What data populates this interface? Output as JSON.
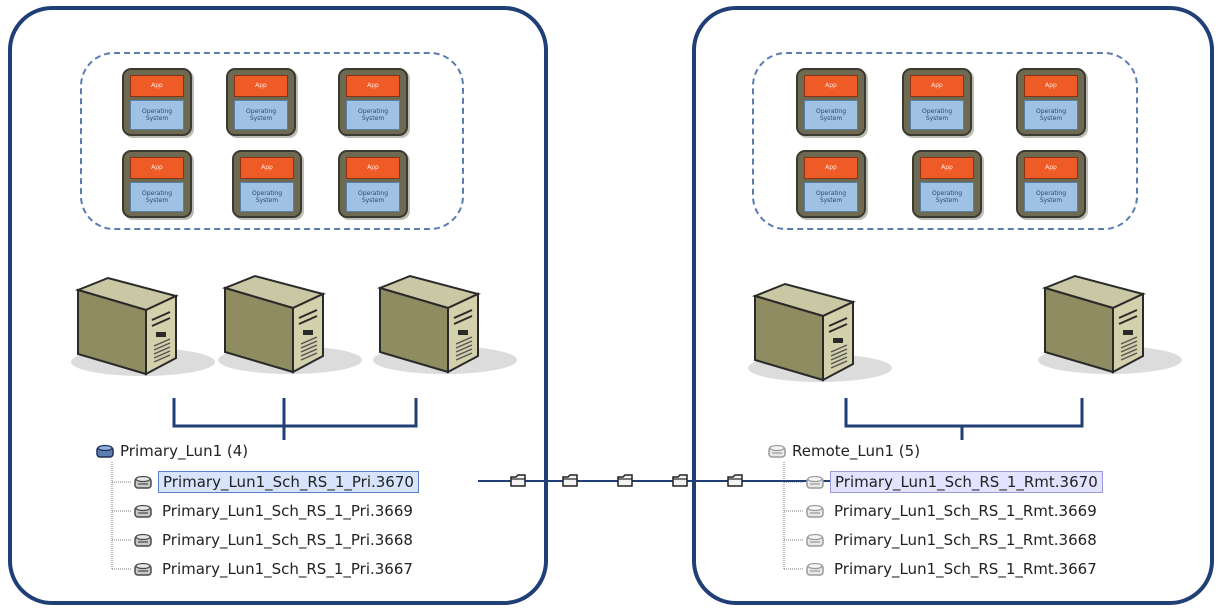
{
  "vm": {
    "app_label": "App",
    "os_label": "Operating System"
  },
  "primary": {
    "root": "Primary_Lun1 (4)",
    "items": [
      "Primary_Lun1_Sch_RS_1_Pri.3670",
      "Primary_Lun1_Sch_RS_1_Pri.3669",
      "Primary_Lun1_Sch_RS_1_Pri.3668",
      "Primary_Lun1_Sch_RS_1_Pri.3667"
    ]
  },
  "remote": {
    "root": "Remote_Lun1 (5)",
    "items": [
      "Primary_Lun1_Sch_RS_1_Rmt.3670",
      "Primary_Lun1_Sch_RS_1_Rmt.3669",
      "Primary_Lun1_Sch_RS_1_Rmt.3668",
      "Primary_Lun1_Sch_RS_1_Rmt.3667"
    ]
  },
  "colors": {
    "site_border": "#1f3f76",
    "app": "#ee5b26",
    "os": "#9fc2e4",
    "link": "#1f3f76"
  }
}
